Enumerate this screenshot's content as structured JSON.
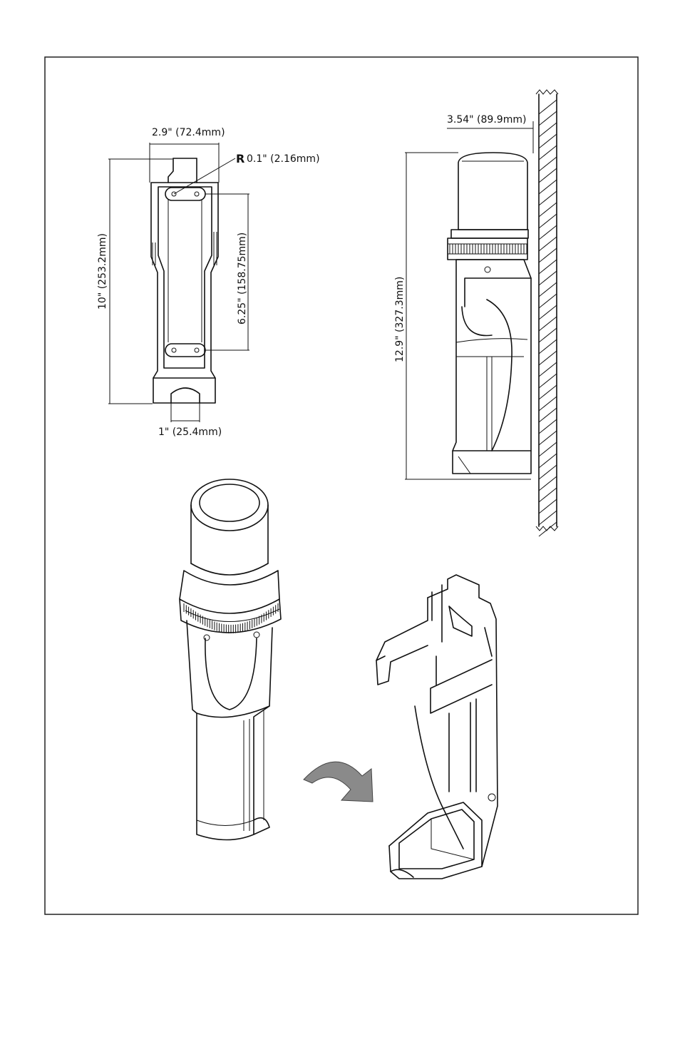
{
  "figure": {
    "front_view": {
      "width_label": "2.9\" (72.4mm)",
      "height_label": "10\" (253.2mm)",
      "hole_spacing_label": "6.25\" (158.75mm)",
      "radius_prefix": "R",
      "radius_label": "0.1\" (2.16mm)",
      "bottom_label": "1\" (25.4mm)"
    },
    "side_view": {
      "depth_label": "3.54\" (89.9mm)",
      "height_label": "12.9\" (327.3mm)"
    },
    "insert_arrow": {
      "color": "#8a8a8a"
    }
  }
}
